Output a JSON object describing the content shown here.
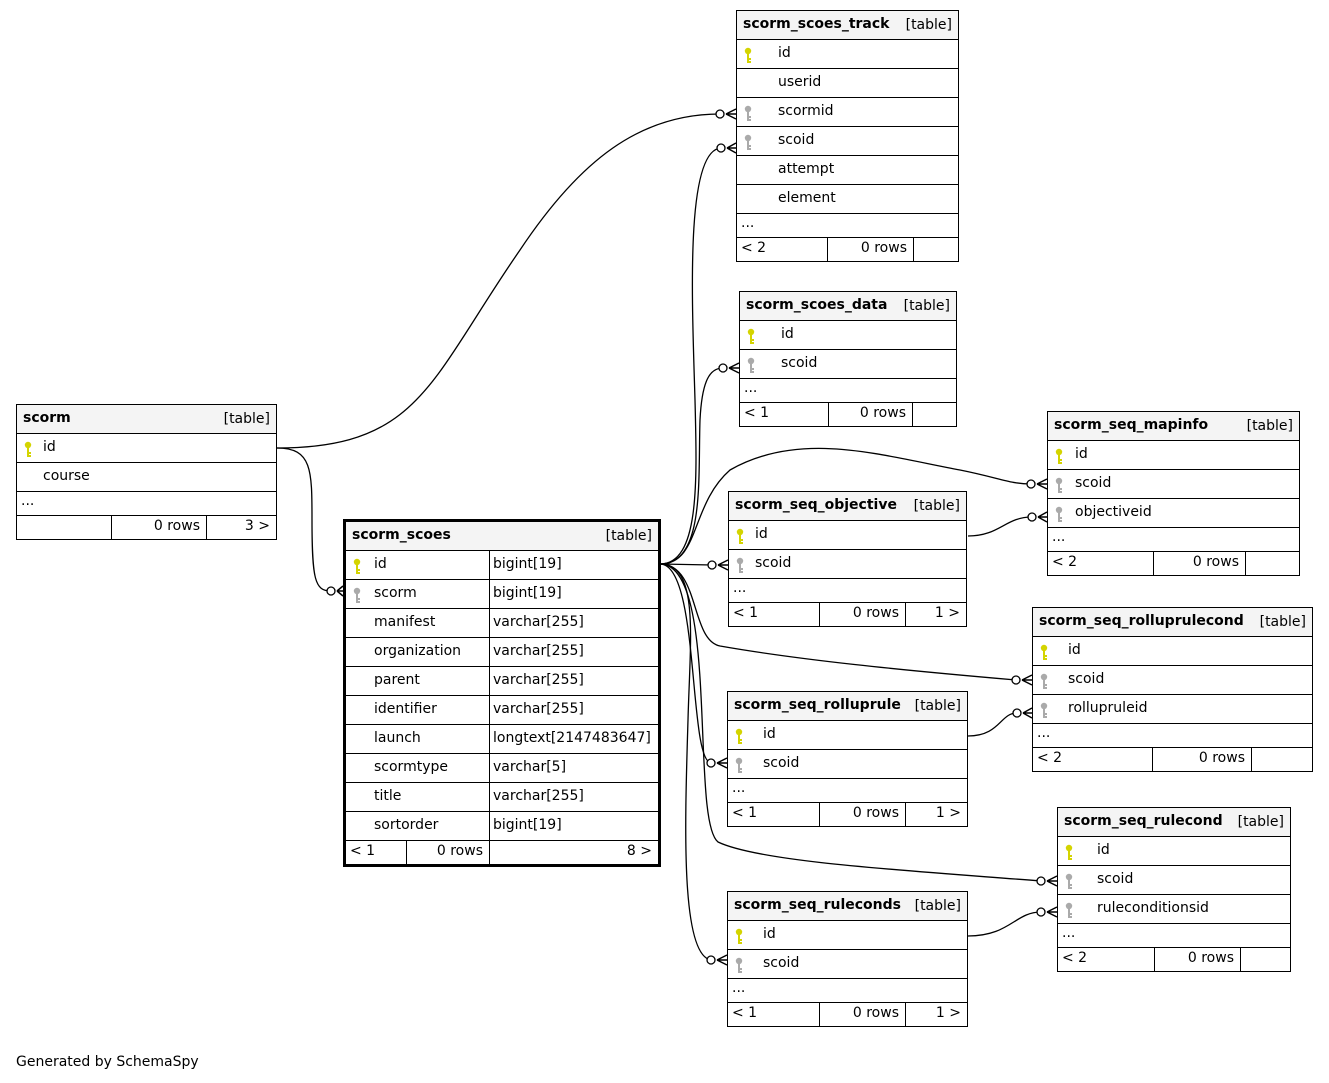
{
  "footer": {
    "generated_by": "Generated by SchemaSpy"
  },
  "colors": {
    "primary_key": "#d4d400",
    "foreign_key": "#aaaaaa",
    "header_bg": "#f4f4f4"
  },
  "tables": [
    {
      "name": "scorm",
      "kind": "[table]",
      "focus": false,
      "columns": [
        {
          "name": "id",
          "key": "pk"
        },
        {
          "name": "course",
          "key": ""
        }
      ],
      "more": "...",
      "footer": [
        "",
        "0 rows",
        "3 >"
      ]
    },
    {
      "name": "scorm_scoes",
      "kind": "[table]",
      "focus": true,
      "columns": [
        {
          "name": "id",
          "key": "pk",
          "type": "bigint[19]"
        },
        {
          "name": "scorm",
          "key": "fk",
          "type": "bigint[19]"
        },
        {
          "name": "manifest",
          "key": "",
          "type": "varchar[255]"
        },
        {
          "name": "organization",
          "key": "",
          "type": "varchar[255]"
        },
        {
          "name": "parent",
          "key": "",
          "type": "varchar[255]"
        },
        {
          "name": "identifier",
          "key": "",
          "type": "varchar[255]"
        },
        {
          "name": "launch",
          "key": "",
          "type": "longtext[2147483647]"
        },
        {
          "name": "scormtype",
          "key": "",
          "type": "varchar[5]"
        },
        {
          "name": "title",
          "key": "",
          "type": "varchar[255]"
        },
        {
          "name": "sortorder",
          "key": "",
          "type": "bigint[19]"
        }
      ],
      "footer": [
        "< 1",
        "0 rows",
        "8 >"
      ]
    },
    {
      "name": "scorm_scoes_track",
      "kind": "[table]",
      "focus": false,
      "columns": [
        {
          "name": "id",
          "key": "pk"
        },
        {
          "name": "userid",
          "key": ""
        },
        {
          "name": "scormid",
          "key": "fk"
        },
        {
          "name": "scoid",
          "key": "fk"
        },
        {
          "name": "attempt",
          "key": ""
        },
        {
          "name": "element",
          "key": ""
        }
      ],
      "more": "...",
      "footer": [
        "< 2",
        "0 rows",
        ""
      ]
    },
    {
      "name": "scorm_scoes_data",
      "kind": "[table]",
      "focus": false,
      "columns": [
        {
          "name": "id",
          "key": "pk"
        },
        {
          "name": "scoid",
          "key": "fk"
        }
      ],
      "more": "...",
      "footer": [
        "< 1",
        "0 rows",
        ""
      ]
    },
    {
      "name": "scorm_seq_mapinfo",
      "kind": "[table]",
      "focus": false,
      "columns": [
        {
          "name": "id",
          "key": "pk"
        },
        {
          "name": "scoid",
          "key": "fk"
        },
        {
          "name": "objectiveid",
          "key": "fk"
        }
      ],
      "more": "...",
      "footer": [
        "< 2",
        "0 rows",
        ""
      ]
    },
    {
      "name": "scorm_seq_objective",
      "kind": "[table]",
      "focus": false,
      "columns": [
        {
          "name": "id",
          "key": "pk"
        },
        {
          "name": "scoid",
          "key": "fk"
        }
      ],
      "more": "...",
      "footer": [
        "< 1",
        "0 rows",
        "1 >"
      ]
    },
    {
      "name": "scorm_seq_rolluprulecond",
      "kind": "[table]",
      "focus": false,
      "columns": [
        {
          "name": "id",
          "key": "pk"
        },
        {
          "name": "scoid",
          "key": "fk"
        },
        {
          "name": "rolluprule­id",
          "key": "fk"
        }
      ],
      "more": "...",
      "footer": [
        "< 2",
        "0 rows",
        ""
      ]
    },
    {
      "name": "scorm_seq_rolluprule",
      "kind": "[table]",
      "focus": false,
      "columns": [
        {
          "name": "id",
          "key": "pk"
        },
        {
          "name": "scoid",
          "key": "fk"
        }
      ],
      "more": "...",
      "footer": [
        "< 1",
        "0 rows",
        "1 >"
      ]
    },
    {
      "name": "scorm_seq_rulecond",
      "kind": "[table]",
      "focus": false,
      "columns": [
        {
          "name": "id",
          "key": "pk"
        },
        {
          "name": "scoid",
          "key": "fk"
        },
        {
          "name": "ruleconditionsid",
          "key": "fk"
        }
      ],
      "more": "...",
      "footer": [
        "< 2",
        "0 rows",
        ""
      ]
    },
    {
      "name": "scorm_seq_ruleconds",
      "kind": "[table]",
      "focus": false,
      "columns": [
        {
          "name": "id",
          "key": "pk"
        },
        {
          "name": "scoid",
          "key": "fk"
        }
      ],
      "more": "...",
      "footer": [
        "< 1",
        "0 rows",
        "1 >"
      ]
    }
  ]
}
